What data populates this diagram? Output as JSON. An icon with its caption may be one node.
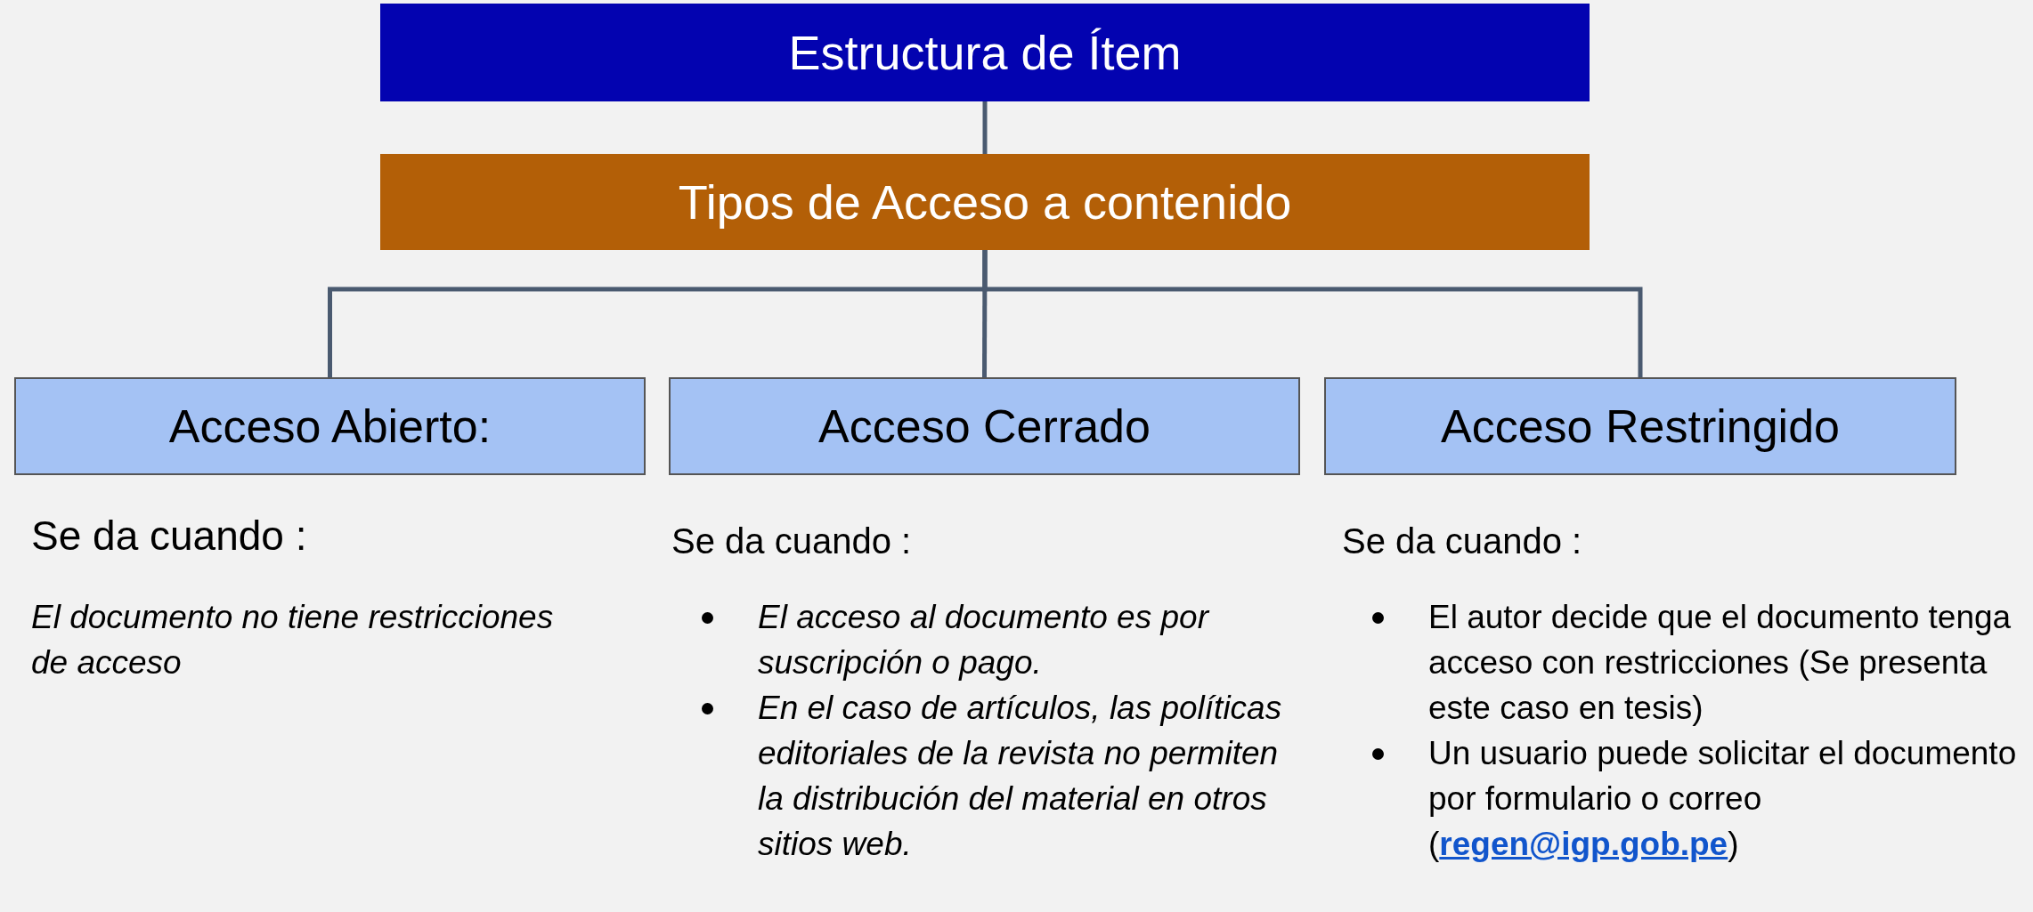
{
  "diagram": {
    "nodes": [
      {
        "text": [
          "Estructura de Ítem"
        ]
      },
      {
        "text": [
          "Tipos de Acceso a contenido"
        ]
      },
      {
        "text": [
          "Acceso Abierto:"
        ],
        "beside": [
          "Se da cuando :",
          "El documento no tiene restricciones de acceso"
        ]
      },
      {
        "text": [
          "Acceso Cerrado"
        ],
        "beside": [
          "Se da cuando :",
          "El acceso al documento es por suscripción o pago.",
          "En el caso de artículos, las políticas editoriales de la revista no permiten la distribución del material en otros sitios web."
        ]
      },
      {
        "text": [
          "Acceso Restringido"
        ],
        "beside": [
          "Se da cuando :",
          "El autor decide que el documento tenga acceso con restricciones (Se presenta este caso en tesis)",
          "Un usuario puede solicitar el documento por formulario o correo (**regen@igp.gob.pe**)"
        ]
      }
    ],
    "edges": [
      {
        "from": 0,
        "to": 1,
        "arrow": "none"
      },
      {
        "from": 1,
        "to": 2,
        "arrow": "none"
      },
      {
        "from": 1,
        "to": 3,
        "arrow": "none"
      },
      {
        "from": 1,
        "to": 4,
        "arrow": "none"
      }
    ]
  }
}
